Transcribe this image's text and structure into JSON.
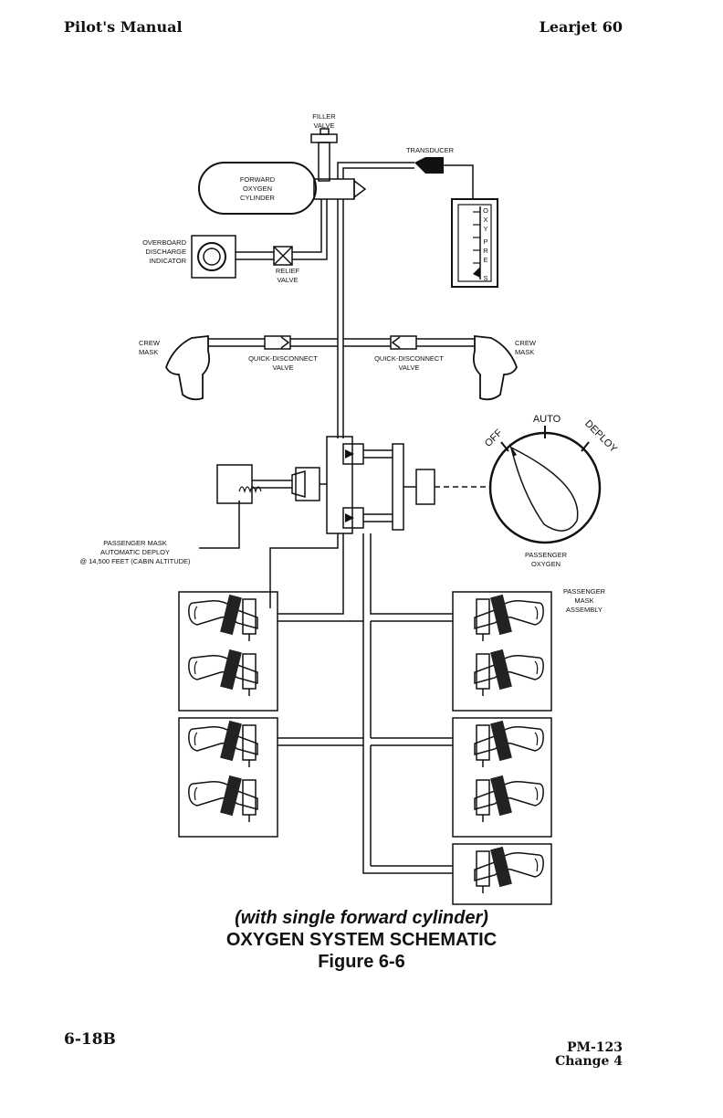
{
  "header": {
    "left": "Pilot's Manual",
    "right": "Learjet 60"
  },
  "labels": {
    "filler_valve": [
      "FILLER",
      "VALVE"
    ],
    "transducer": "TRANSDUCER",
    "forward_cylinder": [
      "FORWARD",
      "OXYGEN",
      "CYLINDER"
    ],
    "overboard": [
      "OVERBOARD",
      "DISCHARGE",
      "INDICATOR"
    ],
    "relief_valve": [
      "RELIEF",
      "VALVE"
    ],
    "gauge_letters": [
      "O",
      "X",
      "Y",
      "P",
      "R",
      "E",
      "S"
    ],
    "crew_mask_left": [
      "CREW",
      "MASK"
    ],
    "crew_mask_right": [
      "CREW",
      "MASK"
    ],
    "qd_left": [
      "QUICK-DISCONNECT",
      "VALVE"
    ],
    "qd_right": [
      "QUICK-DISCONNECT",
      "VALVE"
    ],
    "knob_auto": "AUTO",
    "knob_off": "OFF",
    "knob_deploy": "DEPLOY",
    "passenger_oxygen": [
      "PASSENGER",
      "OXYGEN"
    ],
    "auto_deploy": [
      "PASSENGER MASK",
      "AUTOMATIC DEPLOY",
      "@ 14,500 FEET (CABIN ALTITUDE)"
    ],
    "mask_assembly": [
      "PASSENGER",
      "MASK",
      "ASSEMBLY"
    ]
  },
  "caption": {
    "line1": "(with single forward cylinder)",
    "line2": "OXYGEN SYSTEM SCHEMATIC",
    "line3": "Figure 6-6"
  },
  "footer": {
    "page": "6-18B",
    "doc": "PM-123",
    "change": "Change 4"
  }
}
